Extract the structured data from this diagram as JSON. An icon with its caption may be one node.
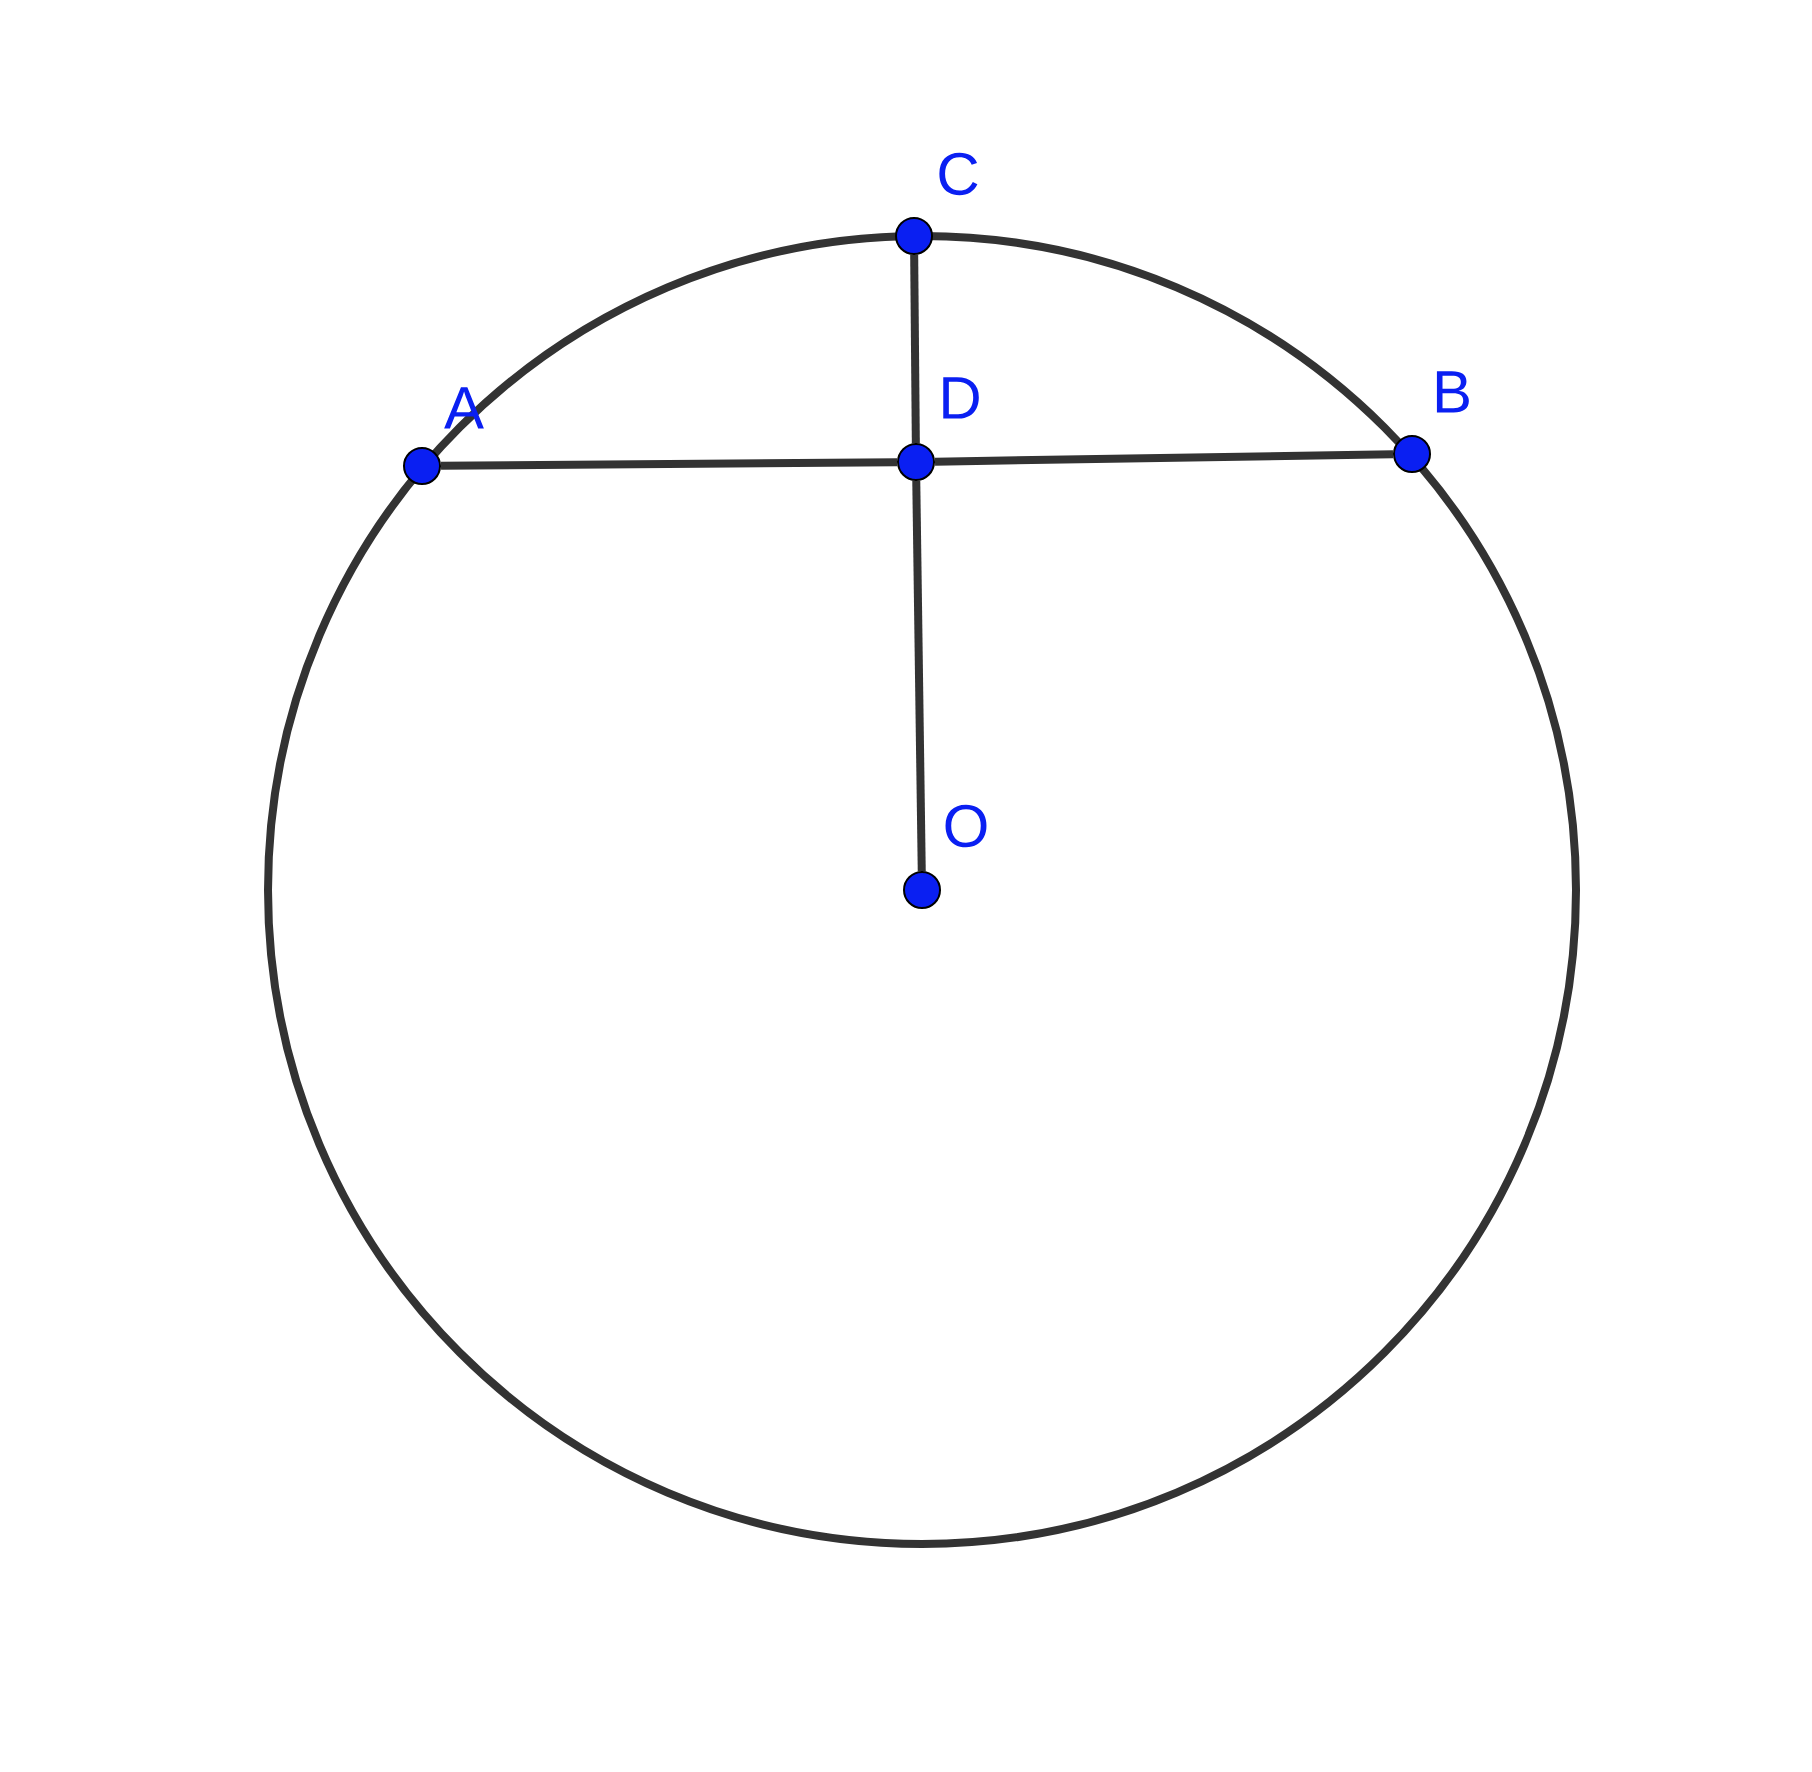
{
  "diagram": {
    "nodes": [
      {
        "text": [],
        "shape": "circle",
        "beside": [
          "C"
        ]
      },
      {
        "text": [],
        "shape": "circle",
        "beside": [
          "A"
        ]
      },
      {
        "text": [],
        "shape": "circle",
        "beside": [
          "D"
        ]
      },
      {
        "text": [],
        "shape": "circle",
        "beside": [
          "B"
        ]
      },
      {
        "text": [],
        "shape": "circle",
        "beside": [
          "O"
        ]
      }
    ],
    "edges": [
      {
        "from": 1,
        "to": 2,
        "arrow": "none"
      },
      {
        "from": 2,
        "to": 3,
        "arrow": "none"
      },
      {
        "from": 0,
        "to": 2,
        "arrow": "none"
      },
      {
        "from": 2,
        "to": 4,
        "arrow": "none"
      }
    ]
  }
}
